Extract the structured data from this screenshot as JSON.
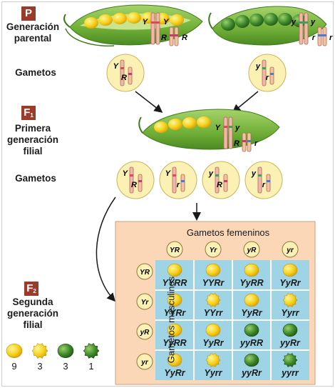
{
  "generations": {
    "p_badge": "P",
    "p_label": [
      "Generación",
      "parental"
    ],
    "f1_badge": "F",
    "f1_badge_sub": "1",
    "f1_label": [
      "Primera",
      "generación",
      "filial"
    ],
    "f2_badge": "F",
    "f2_badge_sub": "2",
    "f2_label": [
      "Segunda",
      "generación",
      "filial"
    ],
    "gametes_label": "Gametos",
    "gametes_label_2": "Gametos"
  },
  "parents": {
    "yellow_alleles": [
      "Y",
      "Y",
      "R",
      "R"
    ],
    "green_alleles": [
      "y",
      "y",
      "r",
      "r"
    ],
    "yellow_gamete": [
      "Y",
      "R"
    ],
    "green_gamete": [
      "y",
      "r"
    ]
  },
  "f1": {
    "alleles": [
      "Y",
      "y",
      "R",
      "r"
    ],
    "gametes": [
      [
        "Y",
        "R"
      ],
      [
        "Y",
        "r"
      ],
      [
        "y",
        "R"
      ],
      [
        "y",
        "r"
      ]
    ]
  },
  "punnett": {
    "female_title": "Gametos femeninos",
    "male_title": "Gametos masculinos",
    "female_gametes": [
      "YR",
      "Yr",
      "yR",
      "yr"
    ],
    "male_gametes": [
      "YR",
      "Yr",
      "yR",
      "yr"
    ],
    "cells": [
      [
        "YYRR",
        "YYRr",
        "YyRR",
        "YyRr"
      ],
      [
        "YYRr",
        "YYrr",
        "YyRr",
        "Yyrr"
      ],
      [
        "YyRR",
        "YyRr",
        "yyRR",
        "yyRr"
      ],
      [
        "YyRr",
        "Yyrr",
        "yyRr",
        "yyrr"
      ]
    ],
    "phenotypes": [
      [
        "yellow-round",
        "yellow-round",
        "yellow-round",
        "yellow-round"
      ],
      [
        "yellow-round",
        "yellow-wrinkled",
        "yellow-round",
        "yellow-wrinkled"
      ],
      [
        "yellow-round",
        "yellow-round",
        "green-round",
        "green-round"
      ],
      [
        "yellow-round",
        "yellow-wrinkled",
        "green-round",
        "green-wrinkled"
      ]
    ]
  },
  "ratio": {
    "counts": [
      "9",
      "3",
      "3",
      "1"
    ],
    "phenotypes": [
      "yellow-round",
      "yellow-wrinkled",
      "green-round",
      "green-wrinkled"
    ]
  },
  "colors": {
    "badge": "#9b3b2a",
    "pod_green": "#7cb342",
    "yellow_pea": "#f6d21c",
    "green_pea": "#3f8a2c",
    "punnett_bg": "#fbd7b8",
    "cell_blue": "#9fd3e6",
    "gamete_circle": "#fbf1b4"
  }
}
